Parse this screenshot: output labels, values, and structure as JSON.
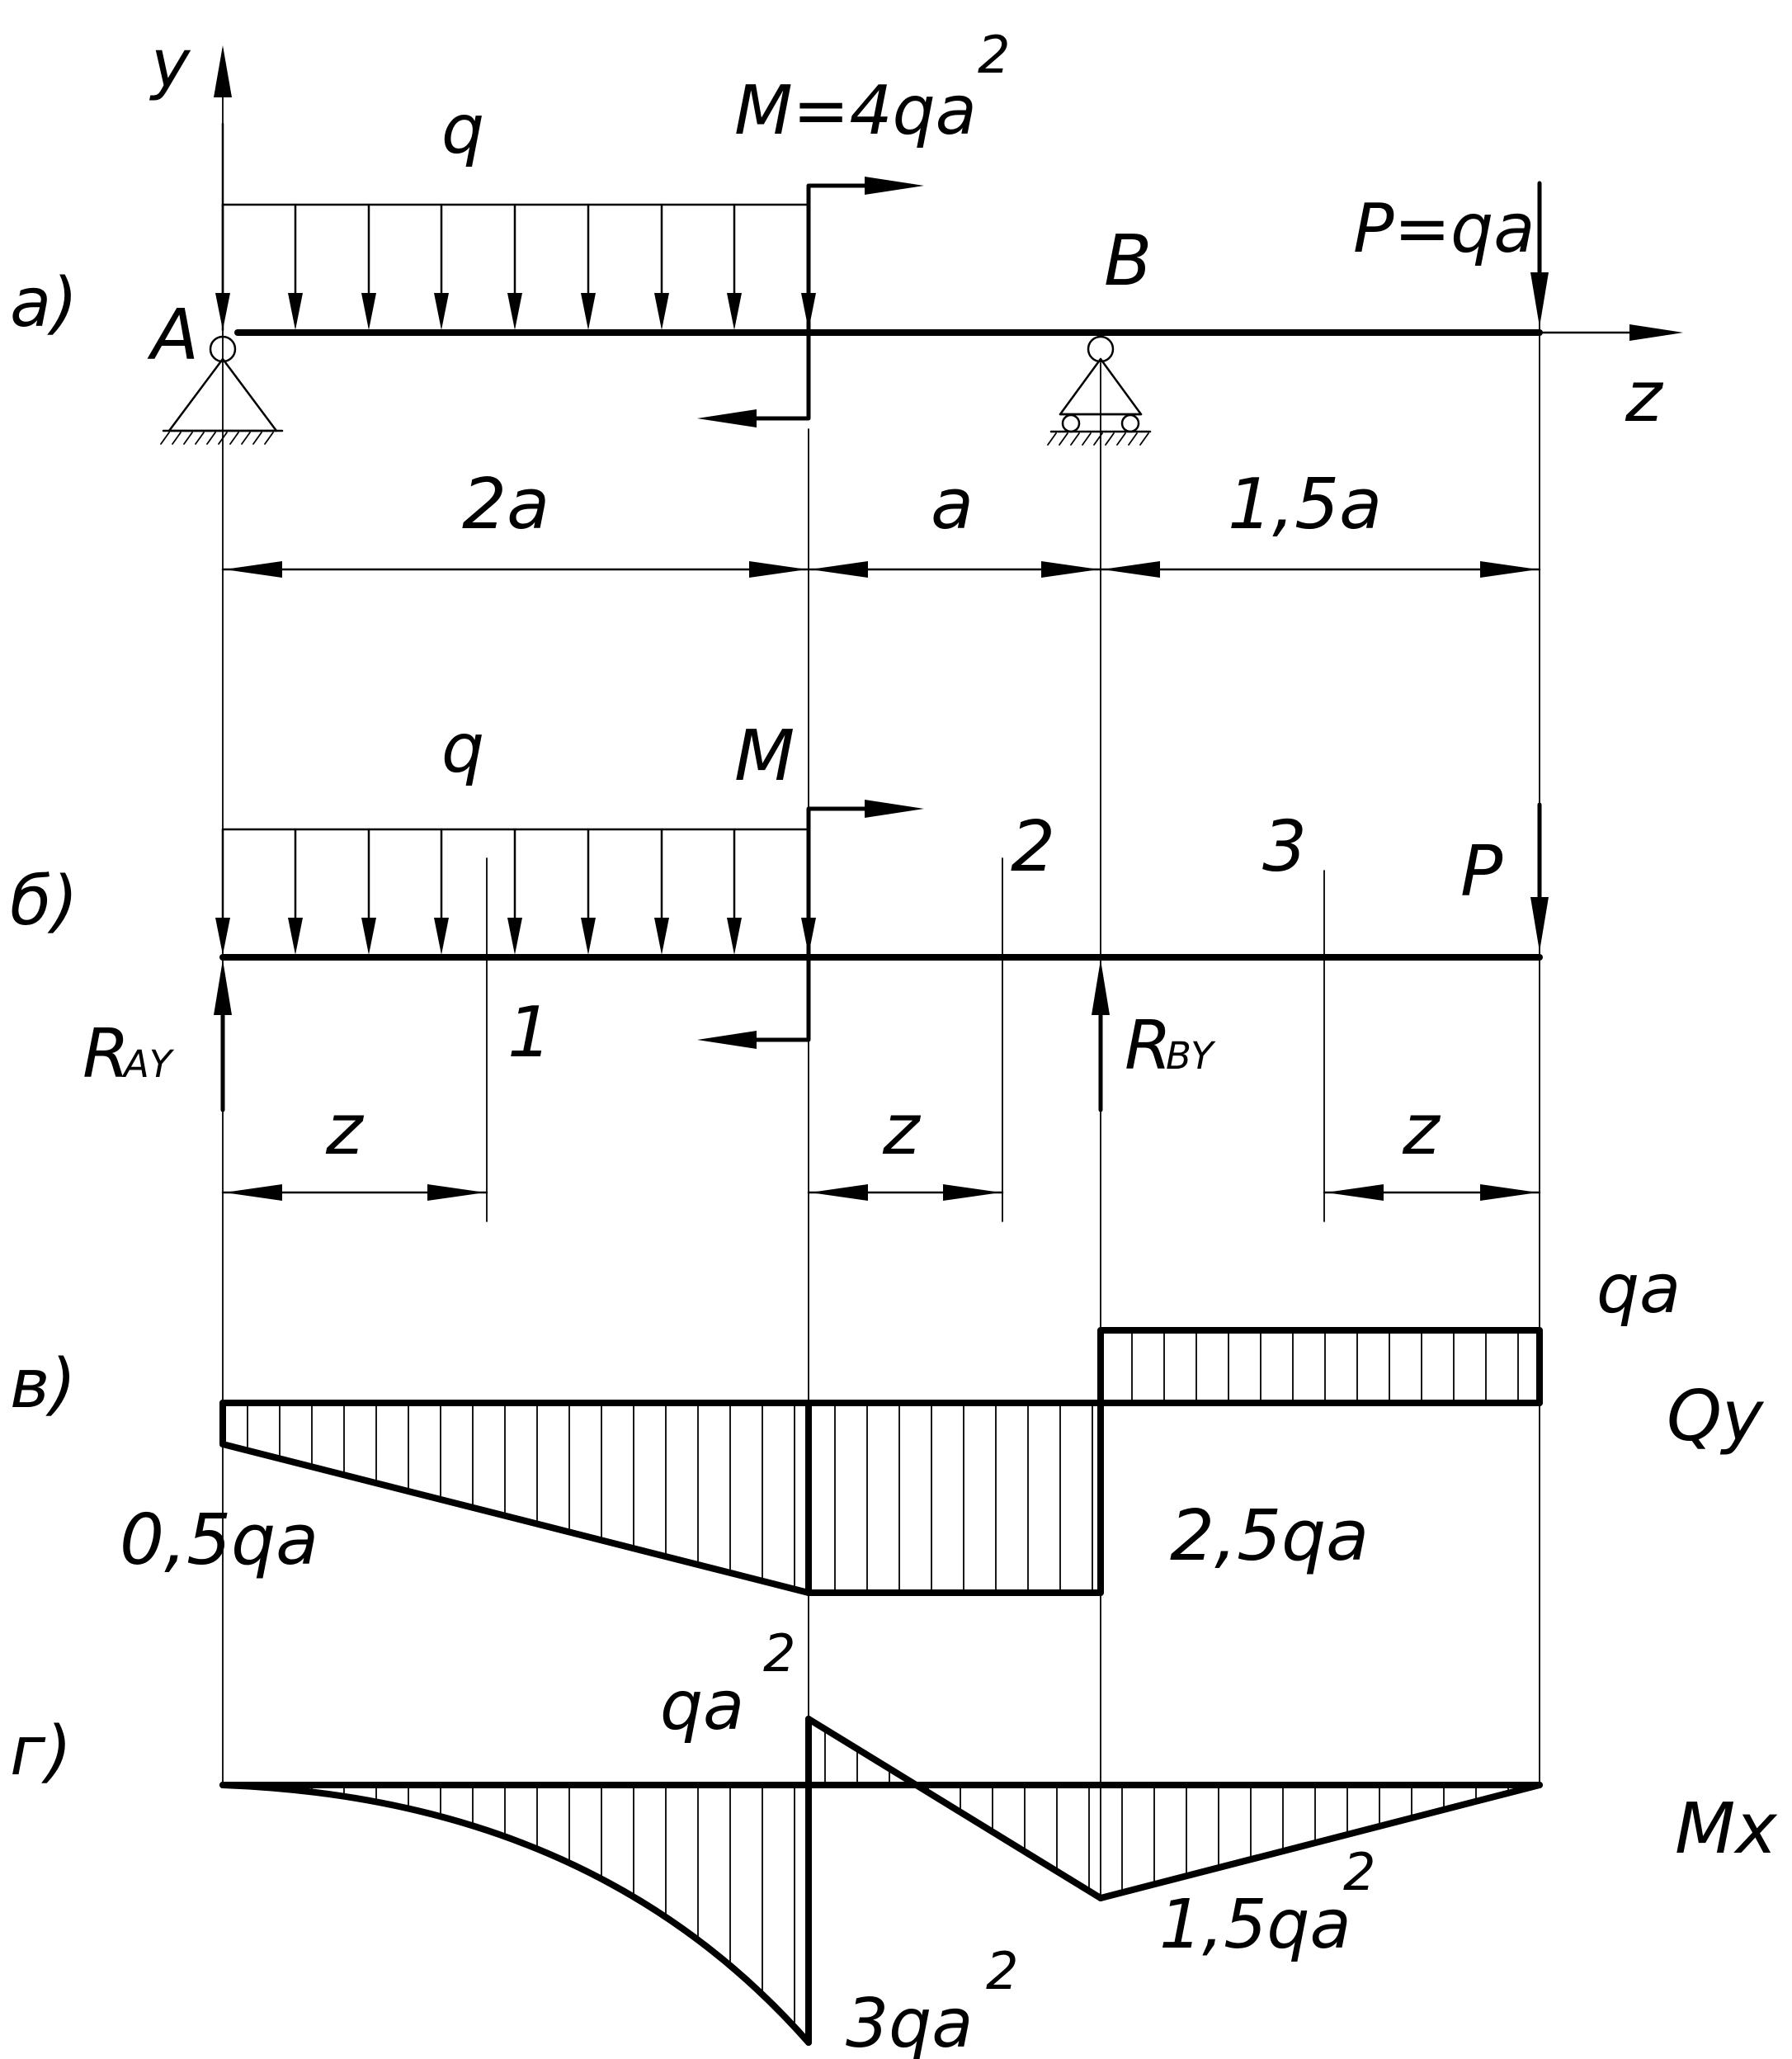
{
  "labels": {
    "axis_y": "y",
    "axis_z": "z",
    "part_a": "a)",
    "part_b": "б)",
    "part_v": "в)",
    "part_g": "г)",
    "point_a": "A",
    "point_b": "B",
    "q_top": "q",
    "moment_top": "M=4qa",
    "moment_top_exp": "2",
    "force_top": "P=qa",
    "dim_2a": "2a",
    "dim_a": "a",
    "dim_15a": "1,5a",
    "q_mid": "q",
    "moment_mid": "M",
    "force_mid": "P",
    "section_1": "1",
    "section_2": "2",
    "section_3": "3",
    "reaction_a": "R",
    "reaction_a_sub": "AY",
    "reaction_b": "R",
    "reaction_b_sub": "BY",
    "z_1": "z",
    "z_2": "z",
    "z_3": "z",
    "shear_qa": "qa",
    "shear_name": "Qy",
    "shear_05qa": "0,5qa",
    "shear_25qa": "2,5qa",
    "moment_qa2": "qa",
    "moment_qa2_exp": "2",
    "moment_3qa2": "3qa",
    "moment_3qa2_exp": "2",
    "moment_15qa2": "1,5qa",
    "moment_15qa2_exp": "2",
    "moment_name": "Mx"
  }
}
